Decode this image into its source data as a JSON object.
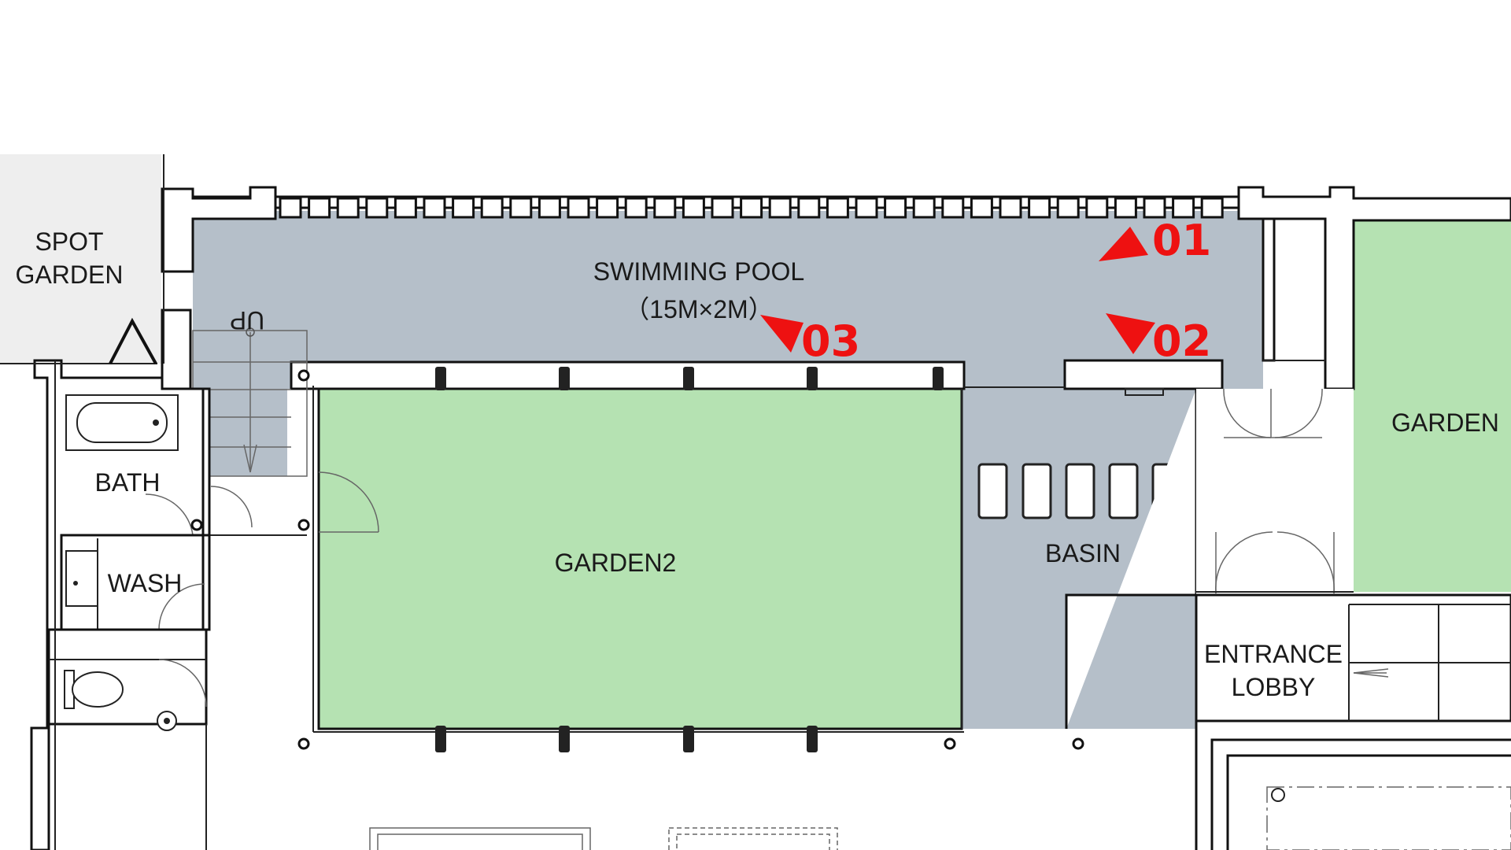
{
  "rooms": {
    "spot_garden": [
      "SPOT",
      "GARDEN"
    ],
    "swimming_pool": [
      "SWIMMING POOL",
      "（15M×2M）"
    ],
    "up": "UP",
    "bath": "BATH",
    "wash": "WASH",
    "garden2": "GARDEN2",
    "basin": "BASIN",
    "garden": "GARDEN",
    "entrance_lobby": [
      "ENTRANCE",
      "LOBBY"
    ]
  },
  "markers": [
    {
      "id": "01",
      "label": "01"
    },
    {
      "id": "02",
      "label": "02"
    },
    {
      "id": "03",
      "label": "03"
    }
  ],
  "colors": {
    "pool": "#b5bfc9",
    "garden": "#b5e2b2",
    "spot_garden": "#eeeeee",
    "walls": "#111111",
    "markers": "#ee1111"
  }
}
